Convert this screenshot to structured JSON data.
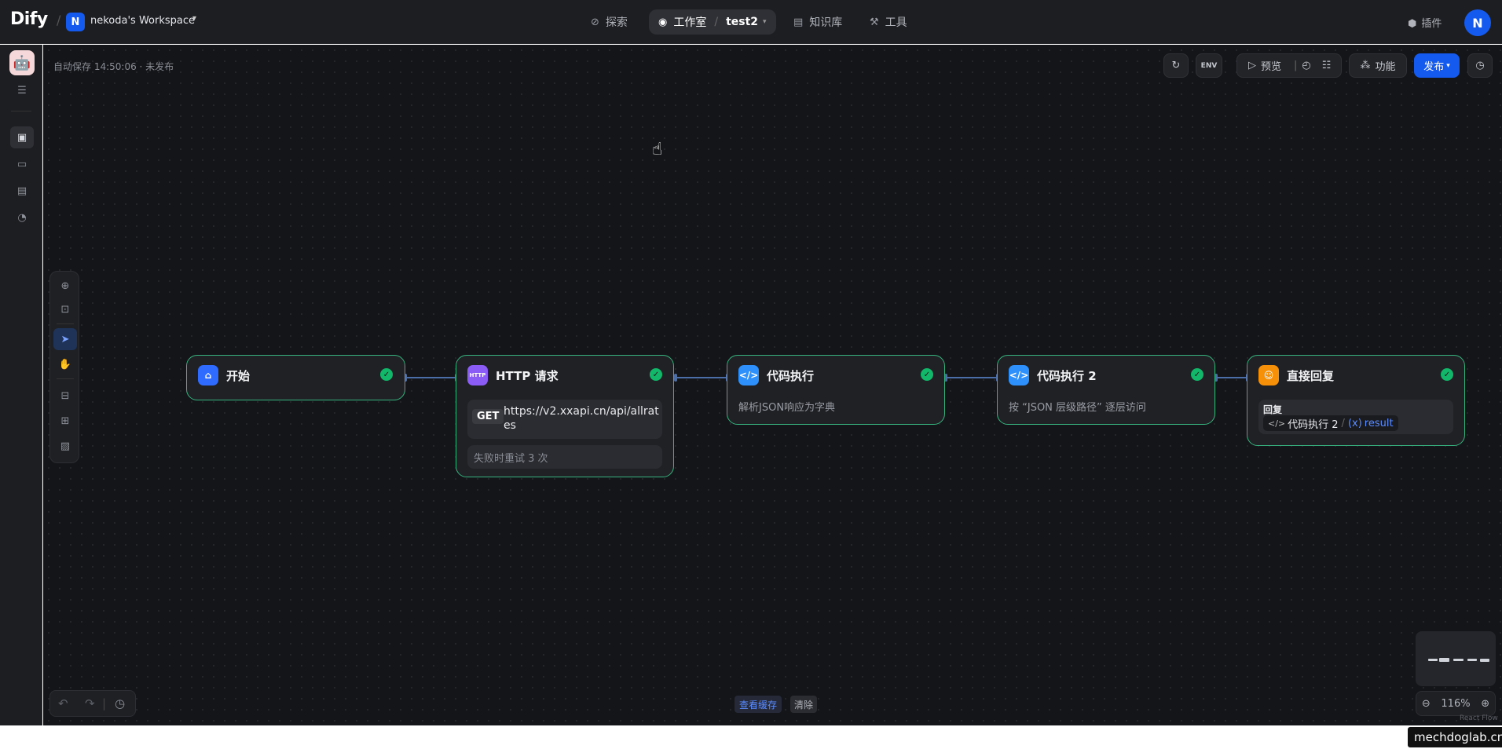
{
  "brand": {
    "logo": "Dify",
    "workspace_initial": "N",
    "workspace_name": "nekoda's Workspace"
  },
  "nav": {
    "explore": "探索",
    "studio": "工作室",
    "app_name": "test2",
    "knowledge": "知识库",
    "tools": "工具"
  },
  "header_right": {
    "plugins": "插件",
    "user_initial": "N"
  },
  "status": {
    "autosave": "自动保存 14:50:06 · 未发布"
  },
  "toolbar": {
    "env": "ENV",
    "preview": "预览",
    "features": "功能",
    "publish": "发布"
  },
  "nodes": {
    "start": {
      "title": "开始"
    },
    "http": {
      "title": "HTTP 请求",
      "icon_text": "HTTP",
      "method": "GET",
      "url": "https://v2.xxapi.cn/api/allrates",
      "retry": "失败时重试 3 次"
    },
    "code1": {
      "title": "代码执行",
      "desc": "解析JSON响应为字典"
    },
    "code2": {
      "title": "代码执行 2",
      "desc": "按 “JSON 层级路径” 逐层访问"
    },
    "answer": {
      "title": "直接回复",
      "label": "回复",
      "ref_node": "代码执行 2",
      "ref_var": "result"
    }
  },
  "bottom": {
    "view_cache": "查看缓存",
    "clear": "清除",
    "zoom": "116%",
    "react_flow": "React Flow"
  },
  "watermark": "mechdoglab.cn"
}
